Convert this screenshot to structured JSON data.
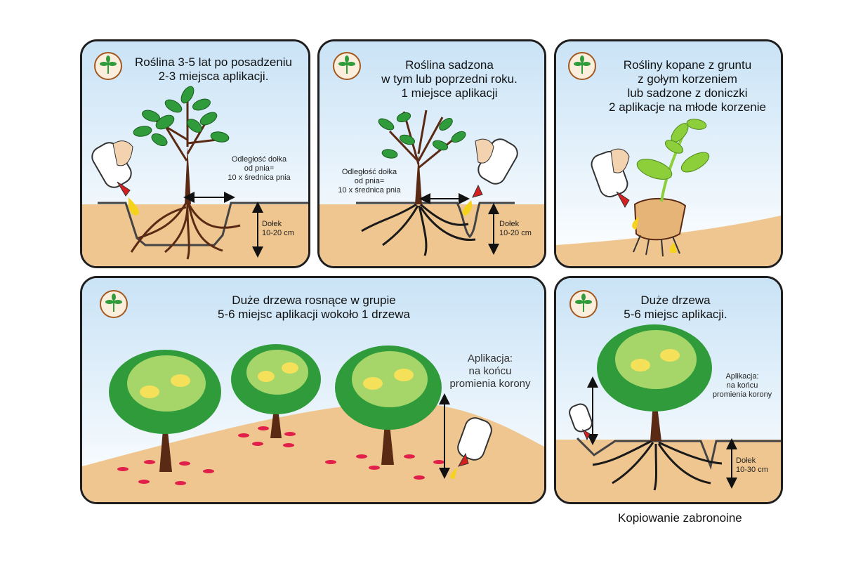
{
  "panels": {
    "p1": {
      "title_line1": "Roślina 3-5 lat po posadzeniu",
      "title_line2": "2-3 miejsca aplikacji.",
      "distance_l1": "Odległość dołka",
      "distance_l2": "od pnia=",
      "distance_l3": "10 x średnica pnia",
      "hole_l1": "Dołek",
      "hole_l2": "10-20 cm"
    },
    "p2": {
      "title_line1": "Roślina sadzona",
      "title_line2": "w tym lub poprzedni roku.",
      "title_line3": "1 miejsce aplikacji",
      "distance_l1": "Odległość dołka",
      "distance_l2": "od pnia=",
      "distance_l3": "10 x średnica pnia",
      "hole_l1": "Dołek",
      "hole_l2": "10-20 cm"
    },
    "p3": {
      "title_line1": "Rośliny kopane z gruntu",
      "title_line2": "z gołym korzeniem",
      "title_line3": "lub sadzone z doniczki",
      "title_line4": "2 aplikacje na młode korzenie"
    },
    "p4": {
      "title_line1": "Duże drzewa rosnące w grupie",
      "title_line2": "5-6 miejsc aplikacji wokoło 1 drzewa",
      "app_l1": "Aplikacja:",
      "app_l2": "na końcu",
      "app_l3": "promienia korony"
    },
    "p5": {
      "title_line1": "Duże drzewa",
      "title_line2": "5-6 miejsc aplikacji.",
      "app_l1": "Aplikacja:",
      "app_l2": "na końcu",
      "app_l3": "promienia korony",
      "hole_l1": "Dołek",
      "hole_l2": "10-30 cm"
    }
  },
  "footer": "Kopiowanie zabronoine",
  "colors": {
    "sky_top": "#cfe6f7",
    "sky_bottom": "#ffffff",
    "soil": "#f0c690",
    "trunk": "#5a2a14",
    "leaf": "#2f9b3a",
    "application_spot": "#e0204a",
    "applicator_nozzle": "#d62020",
    "gel": "#f5d31c"
  },
  "icons": {
    "logo": "plant-logo-icon",
    "applicator": "applicator-bottle-icon",
    "arrow": "double-arrow-icon"
  }
}
